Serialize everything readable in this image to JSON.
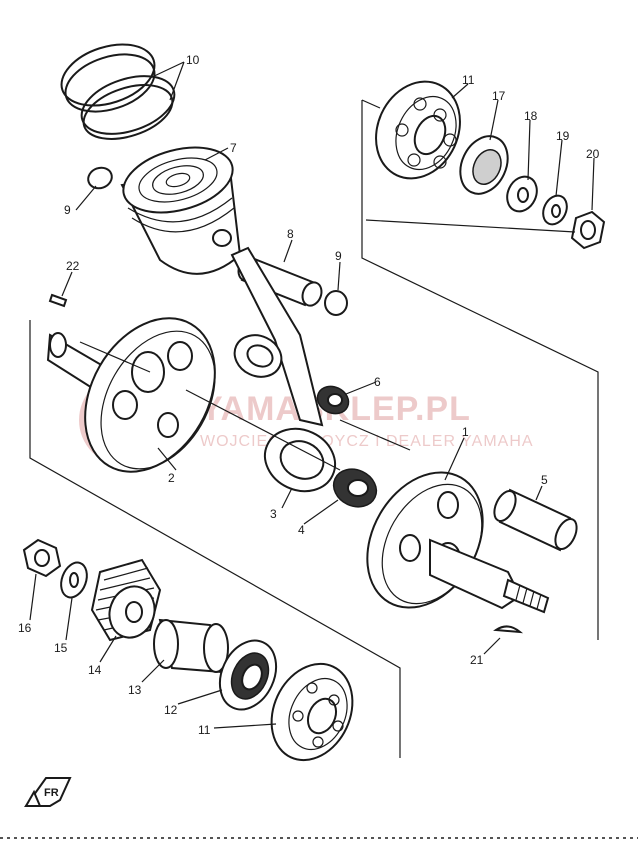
{
  "watermark": {
    "main": "YAMASKLEP.PL",
    "sub": "WOJCIECH ZBOYCZ I DEALER YAMAHA",
    "color": "#e0a0a0"
  },
  "front_marker": "FR",
  "callouts": [
    {
      "id": "c10",
      "label": "10"
    },
    {
      "id": "c7",
      "label": "7"
    },
    {
      "id": "c9a",
      "label": "9"
    },
    {
      "id": "c8",
      "label": "8"
    },
    {
      "id": "c9b",
      "label": "9"
    },
    {
      "id": "c22",
      "label": "22"
    },
    {
      "id": "c6",
      "label": "6"
    },
    {
      "id": "c2",
      "label": "2"
    },
    {
      "id": "c3",
      "label": "3"
    },
    {
      "id": "c4",
      "label": "4"
    },
    {
      "id": "c1",
      "label": "1"
    },
    {
      "id": "c5",
      "label": "5"
    },
    {
      "id": "c11a",
      "label": "11"
    },
    {
      "id": "c17",
      "label": "17"
    },
    {
      "id": "c18",
      "label": "18"
    },
    {
      "id": "c19",
      "label": "19"
    },
    {
      "id": "c20",
      "label": "20"
    },
    {
      "id": "c16",
      "label": "16"
    },
    {
      "id": "c15",
      "label": "15"
    },
    {
      "id": "c14",
      "label": "14"
    },
    {
      "id": "c13",
      "label": "13"
    },
    {
      "id": "c12",
      "label": "12"
    },
    {
      "id": "c11b",
      "label": "11"
    },
    {
      "id": "c21",
      "label": "21"
    }
  ]
}
